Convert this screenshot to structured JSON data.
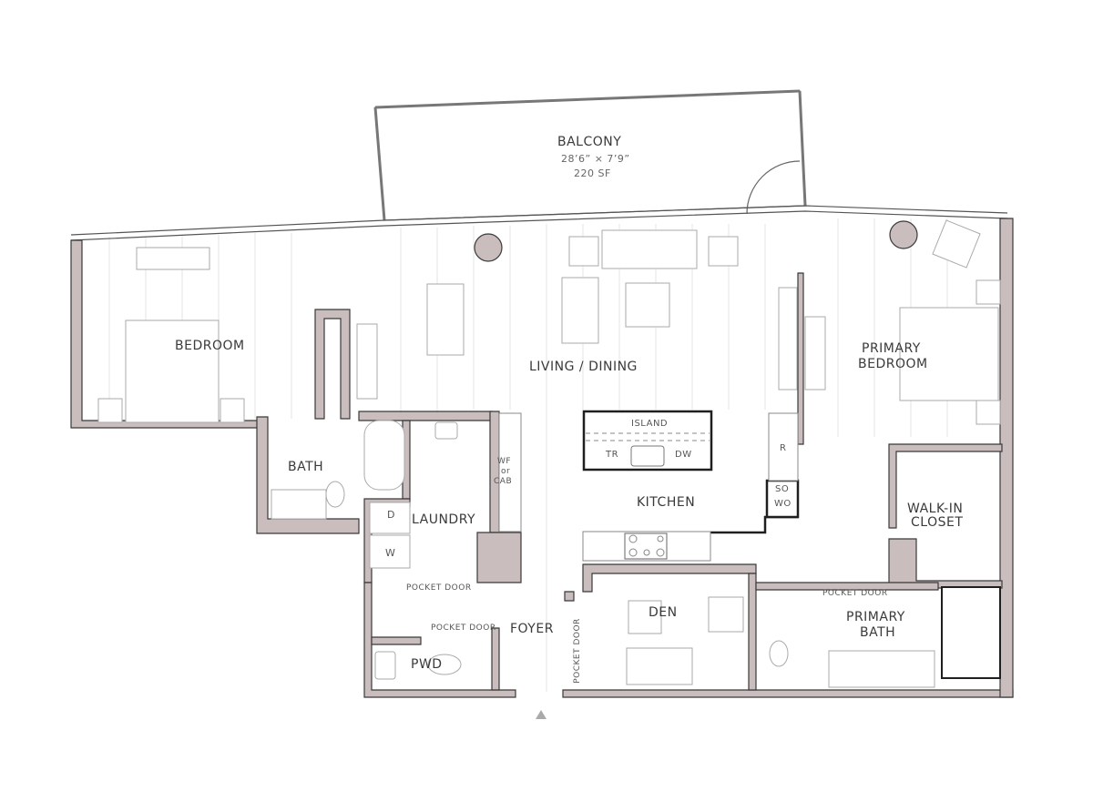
{
  "colors": {
    "wall": "#c9bdbd",
    "wall_stroke": "#3a3a3a",
    "line": "#bbbbbb",
    "background": "#ffffff"
  },
  "rooms": {
    "balcony": {
      "label": "BALCONY",
      "dimensions": "28’6” × 7’9”",
      "area": "220 SF"
    },
    "bedroom": {
      "label": "BEDROOM"
    },
    "living_dining": {
      "label": "LIVING / DINING"
    },
    "primary_bedroom": {
      "label_line1": "PRIMARY",
      "label_line2": "BEDROOM"
    },
    "bath": {
      "label": "BATH"
    },
    "laundry": {
      "label": "LAUNDRY",
      "dryer": "D",
      "washer": "W",
      "wf_cab_line1": "WF",
      "wf_cab_line2": "or",
      "wf_cab_line3": "CAB"
    },
    "island": {
      "label": "ISLAND",
      "trash": "TR",
      "dishwasher": "DW"
    },
    "kitchen": {
      "label": "KITCHEN",
      "refrigerator": "R",
      "oven_line1": "SO",
      "oven_line2": "WO"
    },
    "walk_in_closet": {
      "label_line1": "WALK-IN",
      "label_line2": "CLOSET"
    },
    "den": {
      "label": "DEN"
    },
    "foyer": {
      "label": "FOYER"
    },
    "pwd": {
      "label": "PWD"
    },
    "primary_bath": {
      "label_line1": "PRIMARY",
      "label_line2": "BATH"
    }
  },
  "annotations": {
    "pocket_door_laundry": "POCKET DOOR",
    "pocket_door_pwd": "POCKET DOOR",
    "pocket_door_den": "POCKET DOOR",
    "pocket_door_primary_bath": "POCKET DOOR"
  },
  "entry_marker": "▲"
}
